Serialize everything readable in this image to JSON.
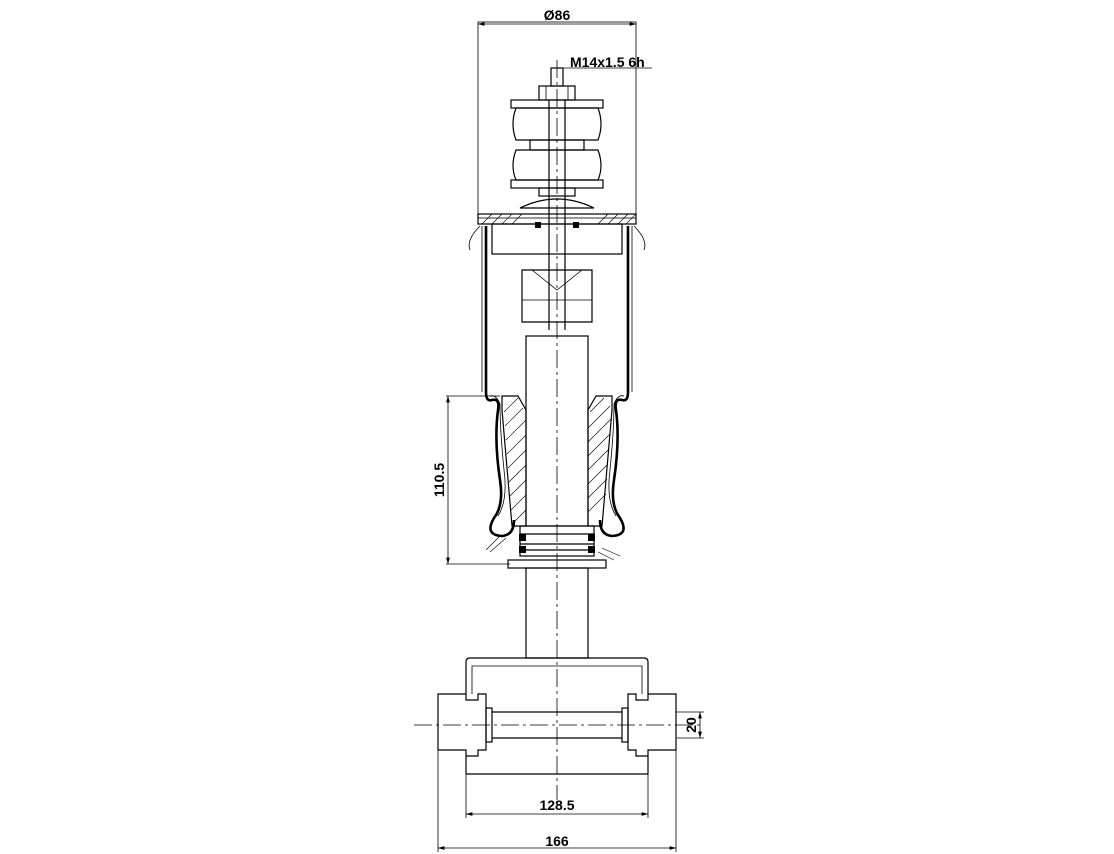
{
  "dimensions": {
    "top_diameter": "Ø86",
    "thread": "M14x1.5 6h",
    "height": "110.5",
    "pin_diameter": "20",
    "inner_width": "128.5",
    "outer_width": "166"
  },
  "colors": {
    "line": "#000000",
    "background": "#ffffff"
  }
}
